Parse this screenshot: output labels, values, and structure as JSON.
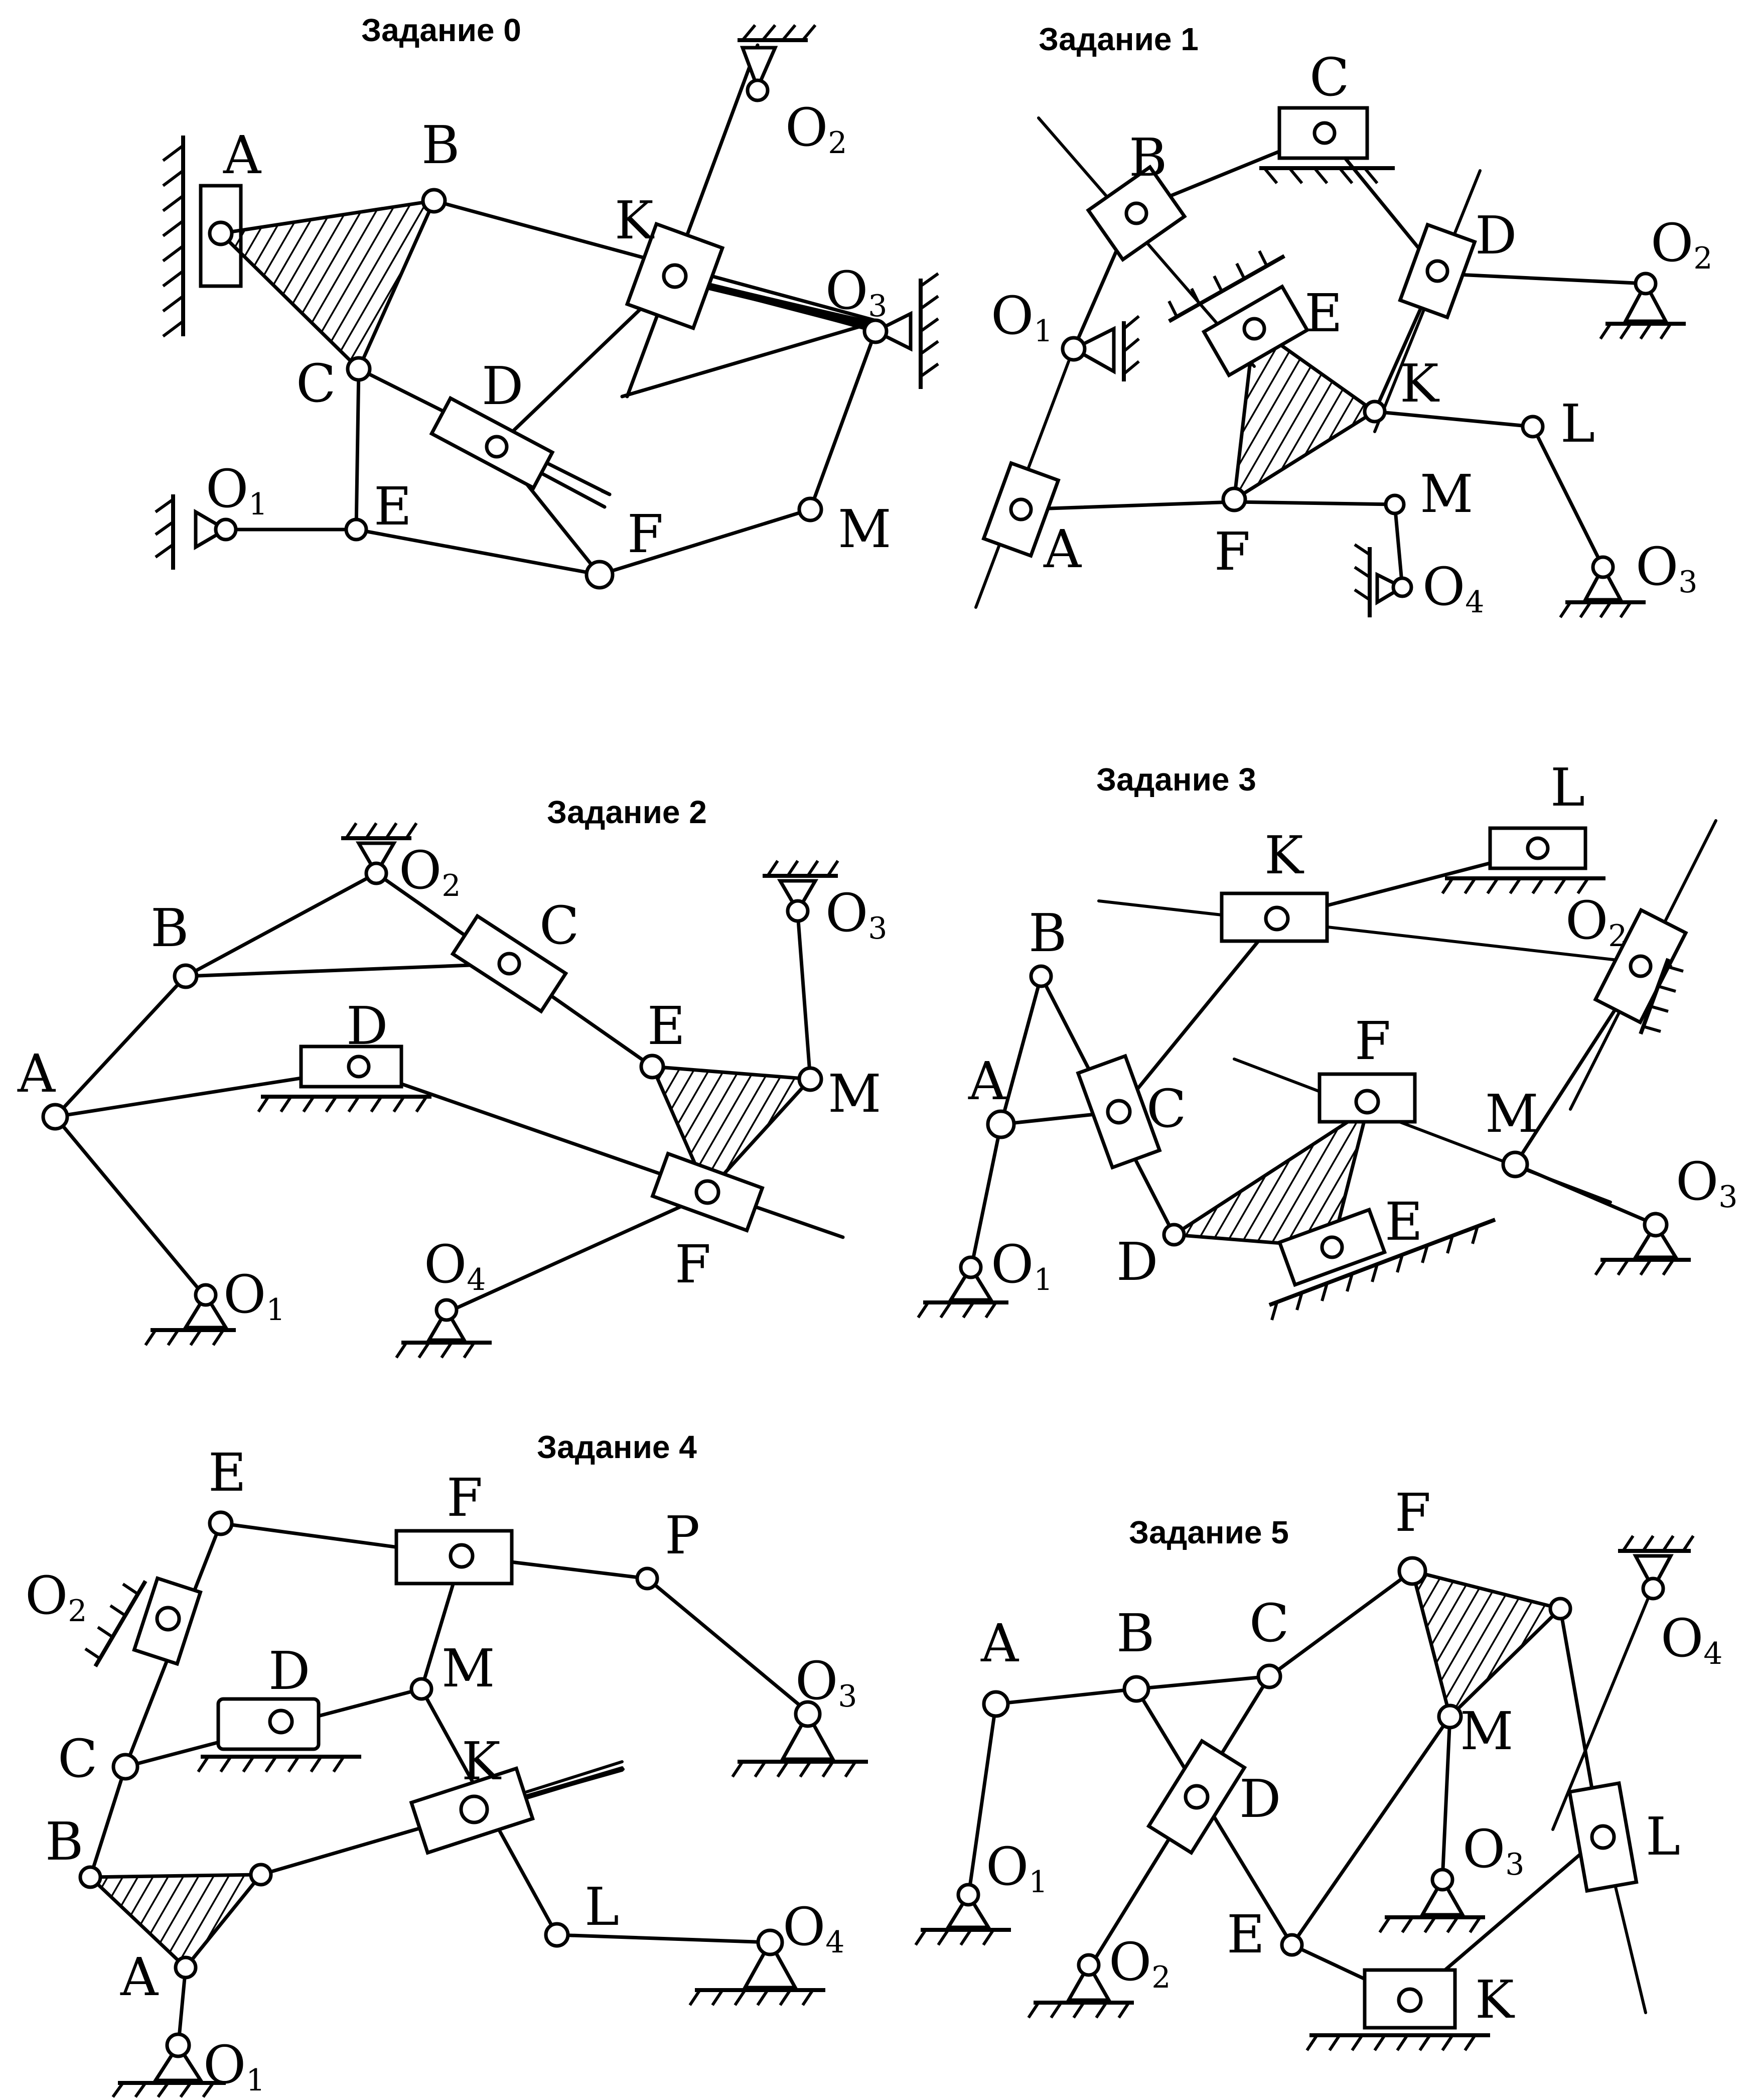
{
  "panels": [
    {
      "id": "z0",
      "title": "Задание 0",
      "labels": [
        "A",
        "B",
        "C",
        "D",
        "E",
        "F",
        "K",
        "M",
        "O",
        "O",
        "O"
      ],
      "subscripts": [
        "1",
        "2",
        "3"
      ]
    },
    {
      "id": "z1",
      "title": "Задание 1",
      "labels": [
        "A",
        "B",
        "C",
        "D",
        "E",
        "F",
        "K",
        "L",
        "M",
        "O",
        "O",
        "O",
        "O"
      ],
      "subscripts": [
        "1",
        "2",
        "3",
        "4"
      ]
    },
    {
      "id": "z2",
      "title": "Задание 2",
      "labels": [
        "A",
        "B",
        "C",
        "D",
        "E",
        "F",
        "M",
        "O",
        "O",
        "O",
        "O"
      ],
      "subscripts": [
        "1",
        "2",
        "3",
        "4"
      ]
    },
    {
      "id": "z3",
      "title": "Задание 3",
      "labels": [
        "A",
        "B",
        "C",
        "D",
        "E",
        "F",
        "K",
        "L",
        "M",
        "O",
        "O",
        "O"
      ],
      "subscripts": [
        "1",
        "2",
        "3"
      ]
    },
    {
      "id": "z4",
      "title": "Задание 4",
      "labels": [
        "A",
        "B",
        "C",
        "D",
        "E",
        "F",
        "K",
        "L",
        "M",
        "P",
        "O",
        "O",
        "O",
        "O"
      ],
      "subscripts": [
        "1",
        "2",
        "3",
        "4"
      ]
    },
    {
      "id": "z5",
      "title": "Задание 5",
      "labels": [
        "A",
        "B",
        "C",
        "D",
        "E",
        "F",
        "K",
        "L",
        "M",
        "O",
        "O",
        "O",
        "O"
      ],
      "subscripts": [
        "1",
        "2",
        "3",
        "4"
      ]
    }
  ]
}
